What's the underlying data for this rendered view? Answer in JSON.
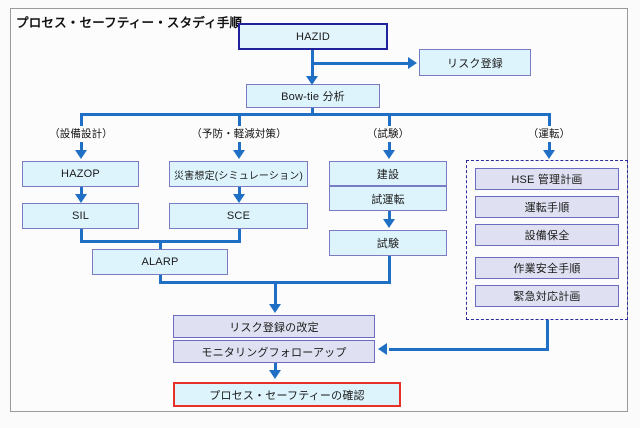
{
  "diagram": {
    "title": "プロセス・セーフティー・スタディ手順",
    "colors": {
      "frame_border": "#9a9a9a",
      "connector": "#1f6fc4",
      "node_fill_cyan": "#ddf4fc",
      "node_border_blue": "#7b7bc4",
      "hazid_border": "#21219c",
      "lavender_fill": "#dfe1f2",
      "lavender_border": "#6c6cc0",
      "highlight_red": "#e8302a",
      "group_dashed": "#2b2b9e"
    },
    "nodes": {
      "hazid": "HAZID",
      "risk_register": "リスク登録",
      "bowtie": "Bow-tie 分析",
      "hazop": "HAZOP",
      "sil": "SIL",
      "disaster_sim": "災害想定(シミュレーション)",
      "sce": "SCE",
      "alarp": "ALARP",
      "construction": "建設",
      "commissioning": "試運転",
      "test": "試験",
      "risk_register_revision": "リスク登録の改定",
      "monitoring_followup": "モニタリングフォローアップ",
      "process_safety_confirm": "プロセス・セーフティーの確認"
    },
    "branch_labels": [
      "（設備設計）",
      "（予防・軽減対策）",
      "（試験）",
      "（運転）"
    ],
    "operations_group": {
      "items": [
        "HSE 管理計画",
        "運転手順",
        "設備保全",
        "作業安全手順",
        "緊急対応計画"
      ]
    }
  }
}
